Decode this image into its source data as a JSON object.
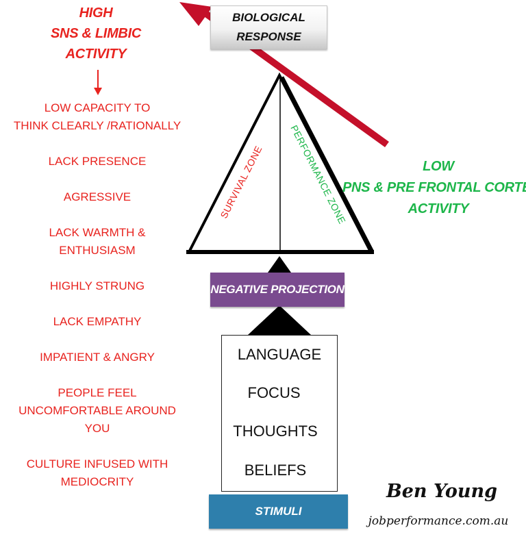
{
  "high": {
    "lines": [
      "HIGH",
      "SNS & LIMBIC",
      "ACTIVITY"
    ]
  },
  "effects": [
    "LOW CAPACITY TO\nTHINK CLEARLY /RATIONALLY",
    "LACK PRESENCE",
    "AGRESSIVE",
    "LACK WARMTH &\nENTHUSIASM",
    "HIGHLY STRUNG",
    "LACK EMPATHY",
    "IMPATIENT & ANGRY",
    "PEOPLE FEEL\nUNCOMFORTABLE AROUND\nYOU",
    "CULTURE INFUSED WITH\nMEDIOCRITY"
  ],
  "low": {
    "lines": [
      "LOW",
      "PNS & PRE FRONTAL CORTEX",
      "ACTIVITY"
    ]
  },
  "biological_response": {
    "line1": "BIOLOGICAL",
    "line2": "RESPONSE"
  },
  "zones": {
    "left": "SURVIVAL ZONE",
    "right": "PERFORMANCE ZONE"
  },
  "negative_projection": "NEGATIVE PROJECTION",
  "stack": [
    "LANGUAGE",
    "FOCUS",
    "THOUGHTS",
    "BELIEFS"
  ],
  "stimuli": "STIMULI",
  "author": {
    "name": "Ben Young",
    "site": "jobperformance.com.au"
  },
  "colors": {
    "red": "#e8231f",
    "dark_red": "#c4102a",
    "green": "#1db64a",
    "purple": "#7a4b8f",
    "blue": "#2e7fac"
  }
}
